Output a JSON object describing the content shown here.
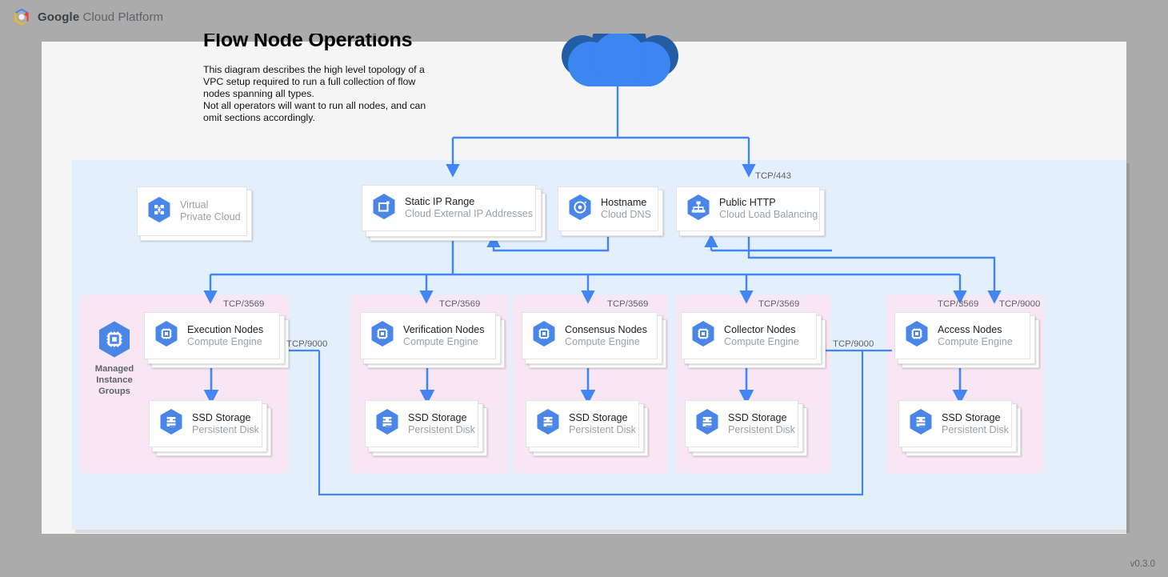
{
  "header": {
    "brand_bold": "Google",
    "brand_rest": " Cloud Platform",
    "logo_icon": "gcp-hexagon-logo"
  },
  "heading": {
    "title": "Flow Node Operations",
    "description": "This diagram describes the high level topology of a VPC setup required to run a full collection of flow nodes spanning all types.\nNot all operators will want to run all nodes, and can omit sections accordingly."
  },
  "colors": {
    "page_bg": "#ababab",
    "canvas_bg": "#f5f5f5",
    "vpc_bg": "#e3f0fc",
    "group_bg": "#f9e6f4",
    "wire": "#4285f4",
    "icon_blue": "#4a86e8",
    "cloud_front": "#3b86f0",
    "cloud_back": "#245da3",
    "title_text": "#202124",
    "sub_text": "#9aa0a6"
  },
  "cloud": {
    "icon": "internet-cloud-icon"
  },
  "top_row": [
    {
      "id": "vpc-node",
      "title": "Virtual",
      "subtitle": "Private Cloud",
      "icon": "virtual-private-cloud-icon",
      "muted": true
    },
    {
      "id": "static-ip",
      "title": "Static IP Range",
      "subtitle": "Cloud External IP Addresses",
      "icon": "static-ip-icon",
      "muted": false
    },
    {
      "id": "hostname",
      "title": "Hostname",
      "subtitle": "Cloud DNS",
      "icon": "cloud-dns-icon",
      "muted": false
    },
    {
      "id": "public-http",
      "title": "Public HTTP",
      "subtitle": "Cloud Load Balancing",
      "icon": "cloud-load-balancing-icon",
      "muted": false
    }
  ],
  "managed_instance_groups_label": "Managed\nInstance\nGroups",
  "mig_icon": "managed-instance-groups-icon",
  "groups": [
    {
      "id": "execution",
      "node_title": "Execution Nodes",
      "node_subtitle": "Compute Engine",
      "node_icon": "compute-engine-icon",
      "disk_title": "SSD Storage",
      "disk_subtitle": "Persistent Disk",
      "disk_icon": "persistent-disk-icon",
      "inbound_port": "TCP/3569"
    },
    {
      "id": "verification",
      "node_title": "Verification Nodes",
      "node_subtitle": "Compute Engine",
      "node_icon": "compute-engine-icon",
      "disk_title": "SSD Storage",
      "disk_subtitle": "Persistent Disk",
      "disk_icon": "persistent-disk-icon",
      "inbound_port": "TCP/3569"
    },
    {
      "id": "consensus",
      "node_title": "Consensus Nodes",
      "node_subtitle": "Compute Engine",
      "node_icon": "compute-engine-icon",
      "disk_title": "SSD Storage",
      "disk_subtitle": "Persistent Disk",
      "disk_icon": "persistent-disk-icon",
      "inbound_port": "TCP/3569"
    },
    {
      "id": "collector",
      "node_title": "Collector Nodes",
      "node_subtitle": "Compute Engine",
      "node_icon": "compute-engine-icon",
      "disk_title": "SSD Storage",
      "disk_subtitle": "Persistent Disk",
      "disk_icon": "persistent-disk-icon",
      "inbound_port": "TCP/3569"
    },
    {
      "id": "access",
      "node_title": "Access Nodes",
      "node_subtitle": "Compute Engine",
      "node_icon": "compute-engine-icon",
      "disk_title": "SSD Storage",
      "disk_subtitle": "Persistent Disk",
      "disk_icon": "persistent-disk-icon",
      "inbound_port": "TCP/3569"
    }
  ],
  "port_labels": {
    "lb_https": "TCP/443",
    "access_extra": "TCP/9000",
    "collector_in": "TCP/9000",
    "execution_in": "TCP/9000"
  },
  "footer": {
    "version": "v0.3.0"
  }
}
